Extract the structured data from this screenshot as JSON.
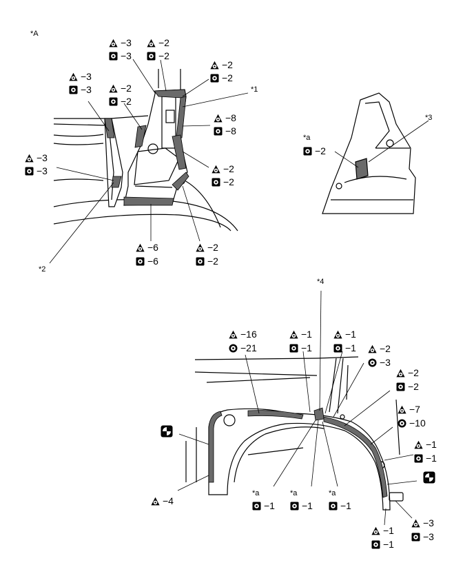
{
  "figure_label": "*A",
  "ref_labels": {
    "r1": "*1",
    "r2": "*2",
    "r3": "*3",
    "r4": "*4",
    "a1": "*a",
    "a2": "*a",
    "a3": "*a",
    "a4": "*a"
  },
  "callouts": {
    "c01": "3",
    "c02": "3",
    "c03": "2",
    "c04": "2",
    "c05": "2",
    "c06": "2",
    "c07": "3",
    "c08": "3",
    "c09": "2",
    "c10": "2",
    "c11": "8",
    "c12": "8",
    "c13": "3",
    "c14": "3",
    "c15": "2",
    "c16": "2",
    "c17": "6",
    "c18": "6",
    "c19": "2",
    "c20": "2",
    "c21": "2",
    "c22": "16",
    "c23": "21",
    "c24": "1",
    "c25": "1",
    "c26": "1",
    "c27": "1",
    "c28": "2",
    "c29": "3",
    "c30": "2",
    "c31": "2",
    "c32": "7",
    "c33": "10",
    "c34": "1",
    "c35": "1",
    "c36": "4",
    "c37": "1",
    "c38": "1",
    "c39": "1",
    "c40": "3",
    "c41": "3",
    "c42": "1",
    "c43": "1"
  },
  "symbols": {
    "tri": "triangle-spot-weld-icon",
    "sq": "square-spot-weld-icon",
    "ring": "circle-spot-weld-icon",
    "special": "special-weld-icon"
  }
}
